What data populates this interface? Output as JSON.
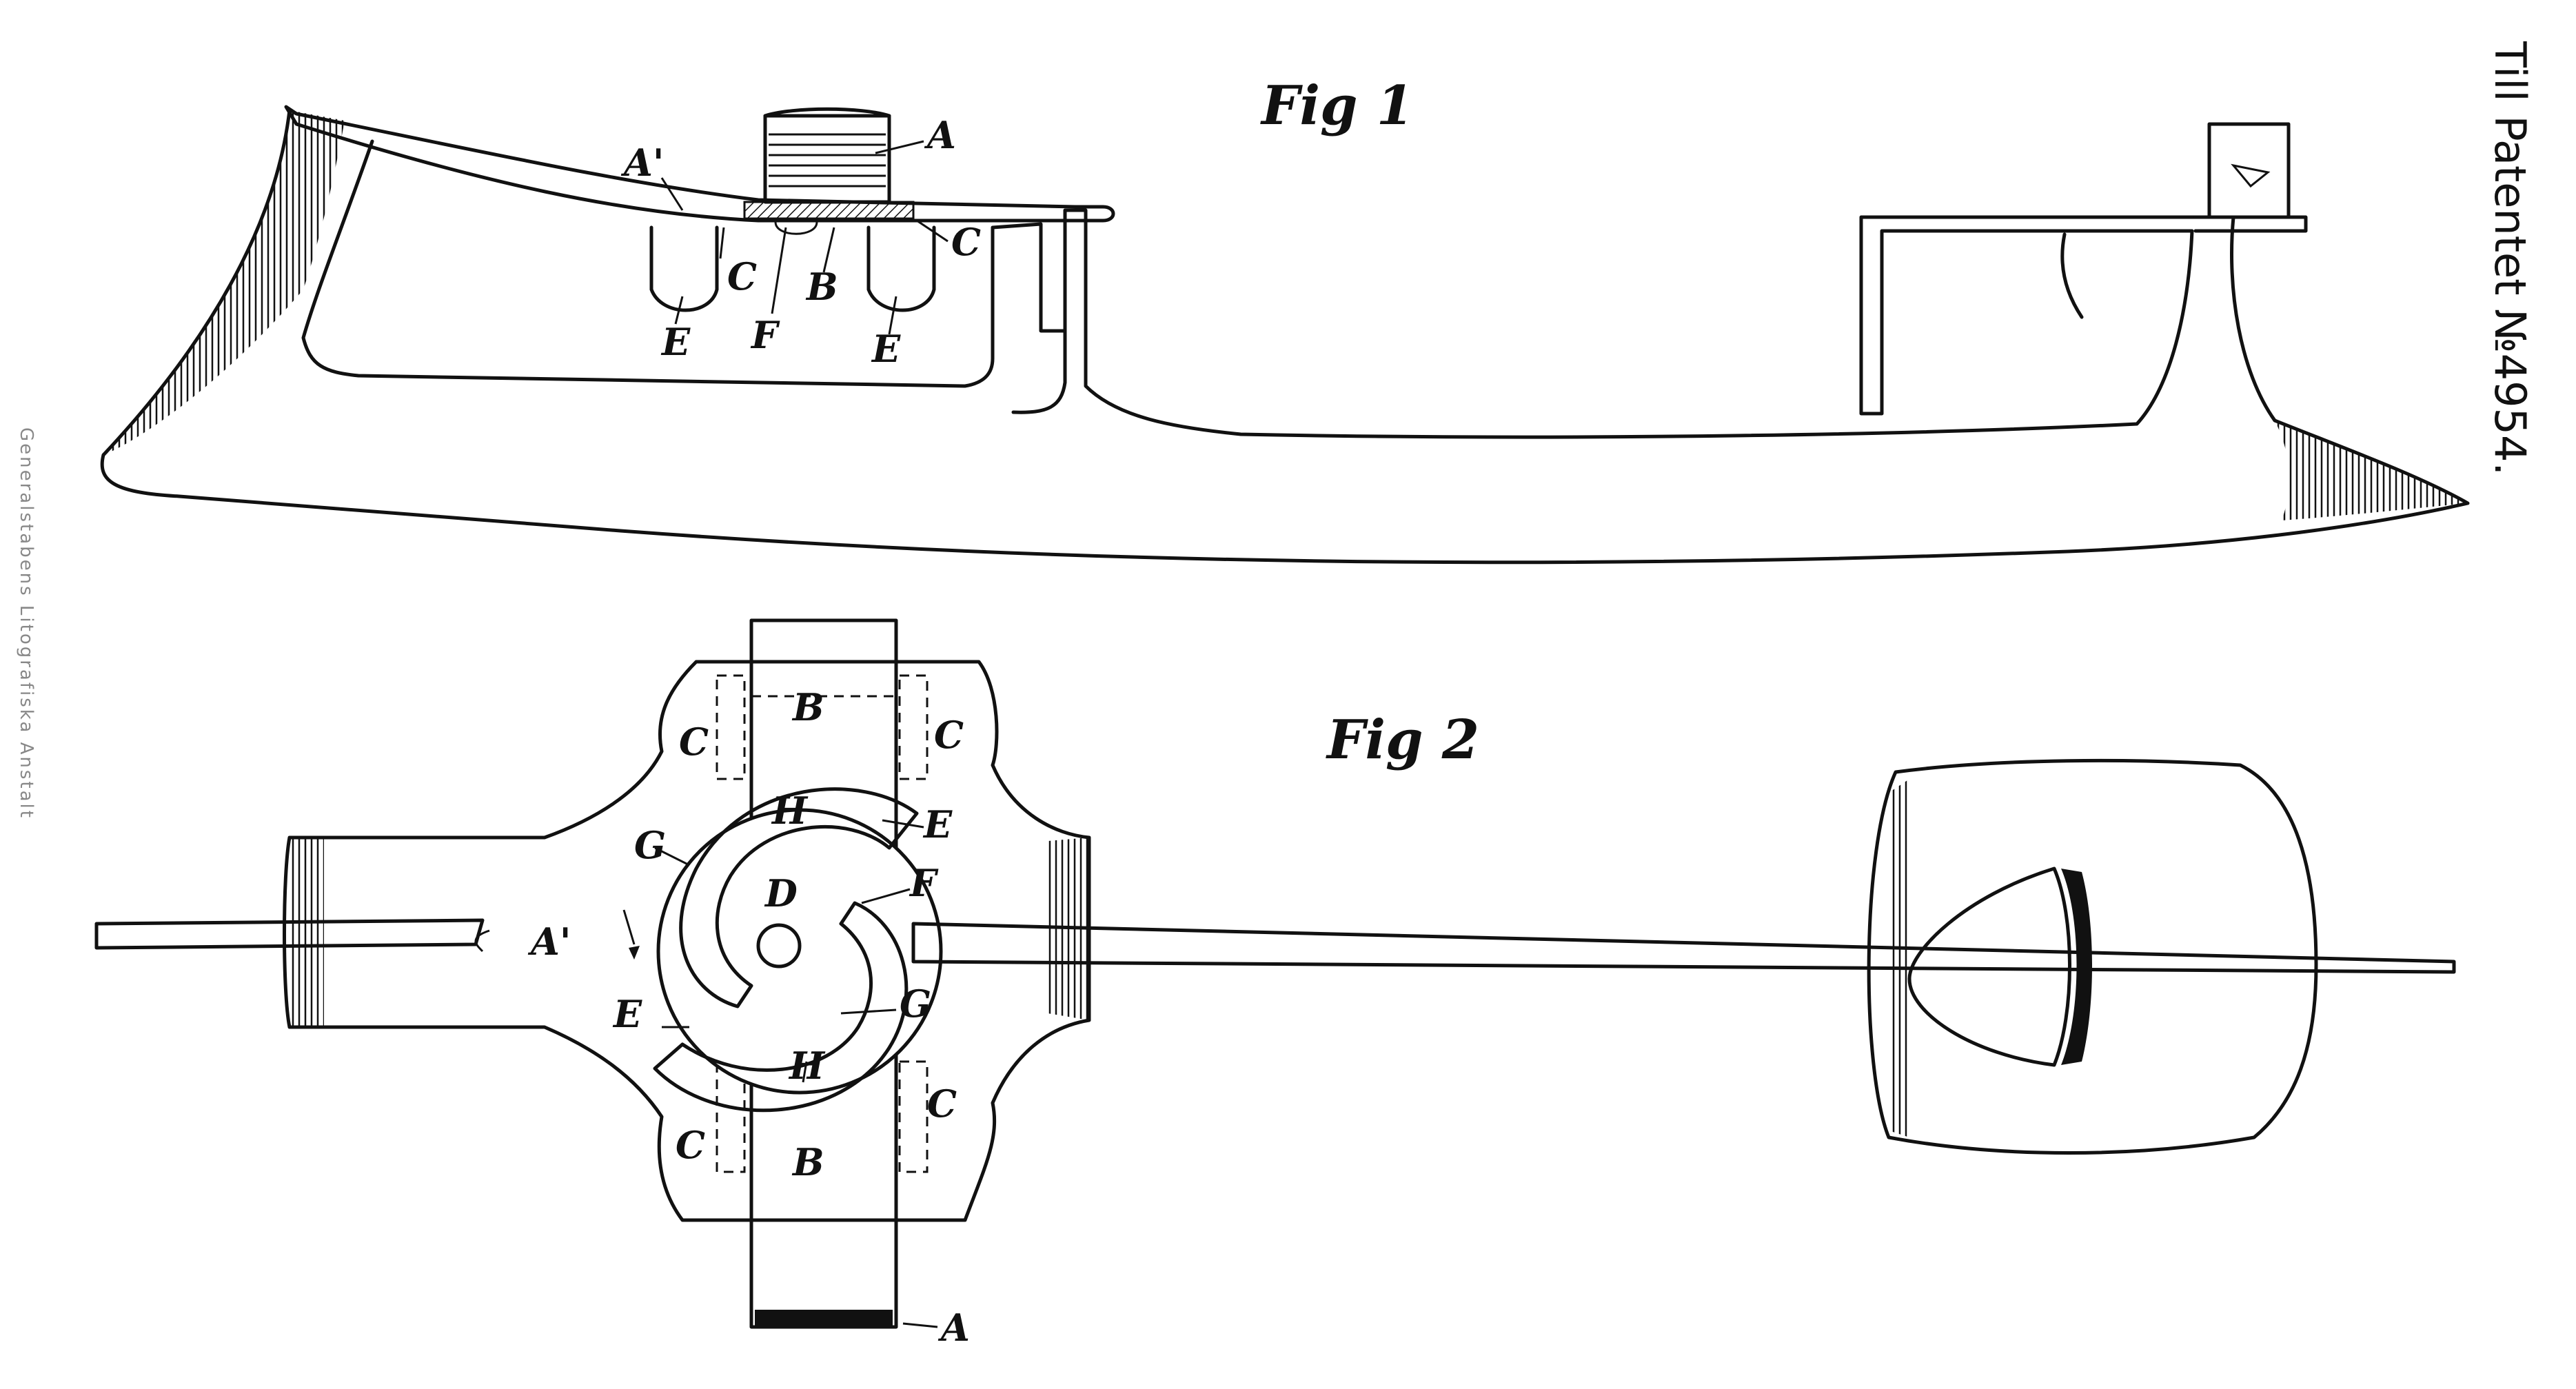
{
  "figures": {
    "fig1_title": "Fig 1",
    "fig2_title": "Fig 2"
  },
  "patent_number": "Till Patentet №4954.",
  "printer_note": "Generalstabens Litografiska Anstalt",
  "part_labels": {
    "A": "A",
    "A_prime": "A'",
    "B": "B",
    "C": "C",
    "D": "D",
    "E": "E",
    "F": "F",
    "G": "G",
    "H": "H"
  },
  "colors": {
    "ink": "#111111",
    "paper": "#ffffff"
  }
}
